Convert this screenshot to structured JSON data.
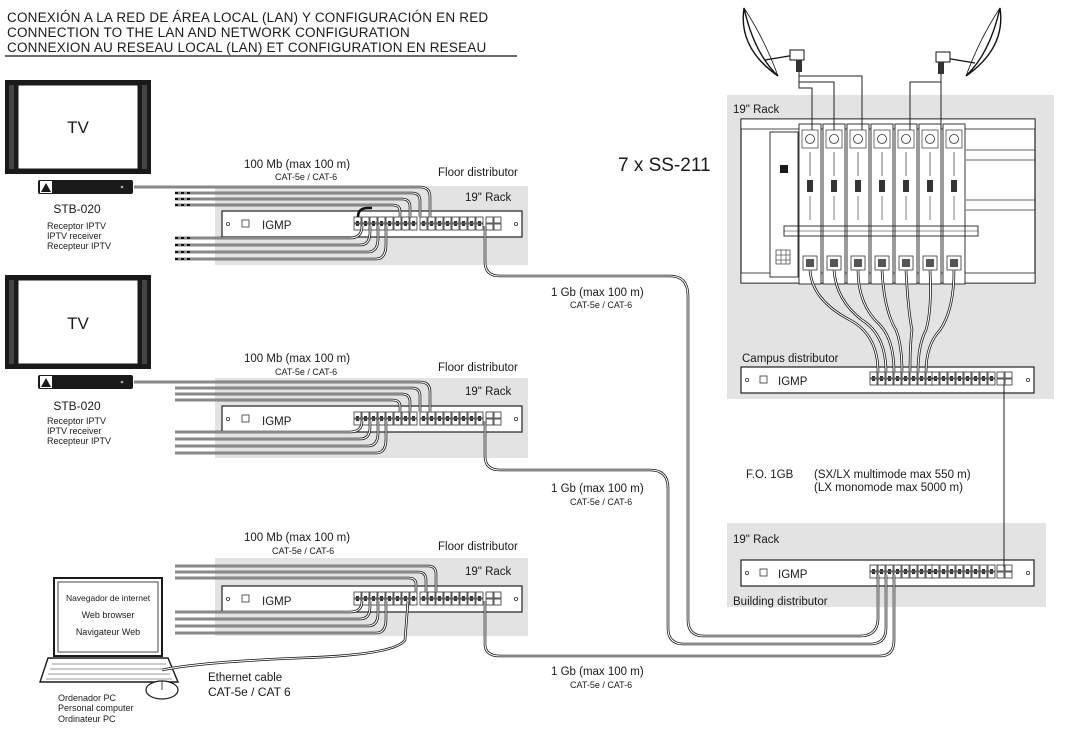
{
  "title": {
    "line1": "CONEXIÓN A LA RED DE ÁREA LOCAL (LAN) Y CONFIGURACIÓN EN RED",
    "line2": "CONNECTION TO THE LAN AND NETWORK CONFIGURATION",
    "line3": "CONNEXION AU RESEAU LOCAL (LAN) ET CONFIGURATION EN RESEAU"
  },
  "stb": [
    {
      "tv": "TV",
      "model": "STB-020",
      "desc1": "Receptor IPTV",
      "desc2": "IPTV receiver",
      "desc3": "Recepteur IPTV"
    },
    {
      "tv": "TV",
      "model": "STB-020",
      "desc1": "Receptor IPTV",
      "desc2": "IPTV receiver",
      "desc3": "Recepteur IPTV"
    }
  ],
  "floors": [
    {
      "speed": "100 Mb (max 100 m)",
      "cable": "CAT-5e / CAT-6",
      "name": "Floor distributor",
      "rack": "19\" Rack",
      "switch": "IGMP"
    },
    {
      "speed": "100 Mb (max 100 m)",
      "cable": "CAT-5e / CAT-6",
      "name": "Floor distributor",
      "rack": "19\" Rack",
      "switch": "IGMP"
    },
    {
      "speed": "100 Mb (max 100 m)",
      "cable": "CAT-5e / CAT-6",
      "name": "Floor distributor",
      "rack": "19\" Rack",
      "switch": "IGMP"
    }
  ],
  "uplinks": [
    {
      "speed": "1 Gb (max 100 m)",
      "cable": "CAT-5e / CAT-6"
    },
    {
      "speed": "1 Gb (max 100 m)",
      "cable": "CAT-5e / CAT-6"
    },
    {
      "speed": "1 Gb (max 100 m)",
      "cable": "CAT-5e / CAT-6"
    }
  ],
  "headend": {
    "count": "7 x SS-211",
    "rack": "19\" Rack"
  },
  "campus": {
    "name": "Campus distributor",
    "switch": "IGMP"
  },
  "building": {
    "rack": "19\" Rack",
    "switch": "IGMP",
    "name": "Building distributor"
  },
  "fiber": {
    "label": "F.O. 1GB",
    "line1": "(SX/LX  multimode max 550 m)",
    "line2": "(LX      monomode max 5000 m)"
  },
  "pc": {
    "screen1": "Navegador de internet",
    "screen2": "Web browser",
    "screen3": "Navigateur Web",
    "desc1": "Ordenador PC",
    "desc2": "Personal computer",
    "desc3": "Ordinateur PC"
  },
  "ethernet": {
    "label": "Ethernet cable",
    "cable": "CAT-5e / CAT 6"
  }
}
